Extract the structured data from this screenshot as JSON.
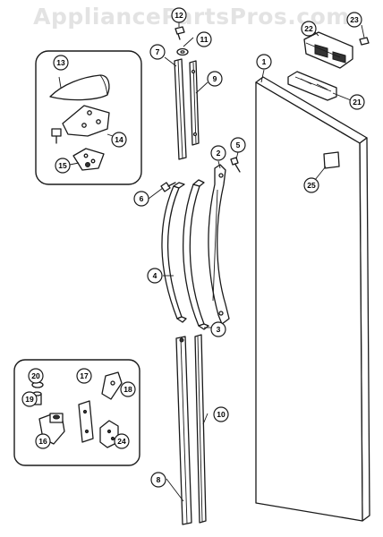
{
  "watermark": "AppliancePartsPros.com",
  "callouts": {
    "c1": "1",
    "c2": "2",
    "c3": "3",
    "c4": "4",
    "c5": "5",
    "c6": "6",
    "c7": "7",
    "c8": "8",
    "c9": "9",
    "c10": "10",
    "c11": "11",
    "c12": "12",
    "c13": "13",
    "c14": "14",
    "c15": "15",
    "c16": "16",
    "c17": "17",
    "c18": "18",
    "c19": "19",
    "c20": "20",
    "c21": "21",
    "c22": "22",
    "c23": "23",
    "c24": "24",
    "c25": "25"
  }
}
